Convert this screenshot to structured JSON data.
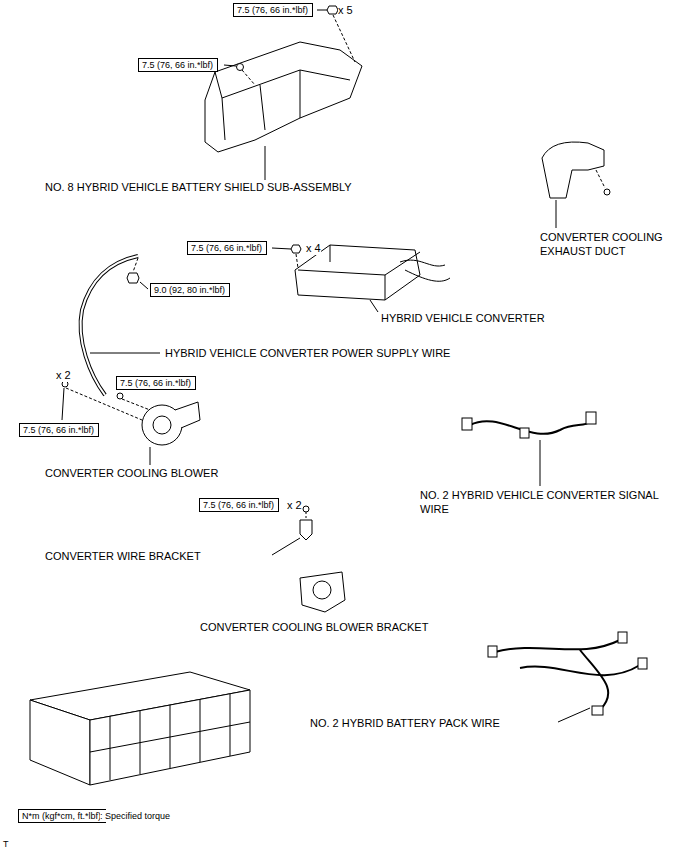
{
  "diagram": {
    "nodes": [
      {
        "text": [
          "7.5 (76, 66 in.*lbf)"
        ]
      },
      {
        "text": [
          "7.5 (76, 66 in.*lbf)"
        ]
      },
      {
        "text": [
          "7.5 (76, 66 in.*lbf)"
        ]
      },
      {
        "text": [
          "9.0 (92, 80 in.*lbf)"
        ]
      },
      {
        "text": [
          "7.5 (76, 66 in.*lbf)"
        ]
      },
      {
        "text": [
          "7.5 (76, 66 in.*lbf)"
        ]
      },
      {
        "text": [
          "7.5 (76, 66 in.*lbf)"
        ]
      },
      {
        "text": [
          "N*m (kgf*cm, ft.*lbf)"
        ]
      }
    ],
    "labels": [
      "x 5",
      "NO. 8 HYBRID VEHICLE BATTERY SHIELD SUB-ASSEMBLY",
      "CONVERTER COOLING EXHAUST DUCT",
      "x 4",
      "HYBRID VEHICLE CONVERTER",
      "HYBRID VEHICLE CONVERTER POWER SUPPLY WIRE",
      "x 2",
      "CONVERTER COOLING BLOWER",
      "NO. 2 HYBRID VEHICLE CONVERTER SIGNAL WIRE",
      "x 2",
      "CONVERTER WIRE BRACKET",
      "CONVERTER COOLING BLOWER BRACKET",
      "NO. 2 HYBRID BATTERY PACK WIRE",
      ": Specified torque",
      "T"
    ]
  }
}
